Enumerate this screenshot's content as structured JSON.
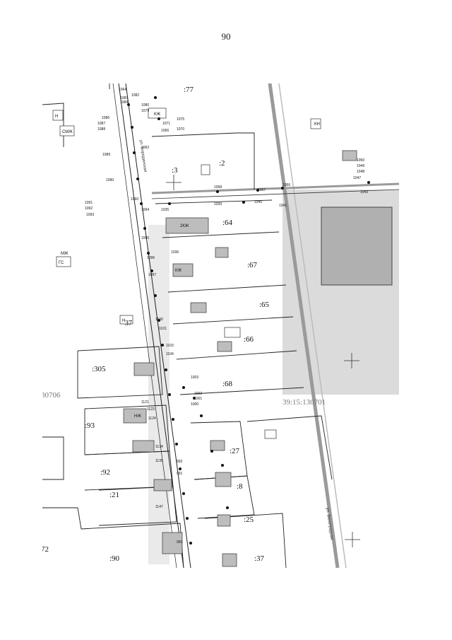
{
  "page": {
    "number": "90"
  },
  "map": {
    "colors": {
      "line": "#222222",
      "grey_zone": "#cfcfcf",
      "road": "#9a9a9a",
      "building": "#bdbdbd",
      "point": "#111111"
    },
    "parcels": [
      {
        "label": ":77"
      },
      {
        "label": ":3"
      },
      {
        "label": ":2"
      },
      {
        "label": ":64"
      },
      {
        "label": ":67"
      },
      {
        "label": ":65"
      },
      {
        "label": ":66"
      },
      {
        "label": ":68"
      },
      {
        "label": ":305"
      },
      {
        "label": ":93"
      },
      {
        "label": ":92"
      },
      {
        "label": ":27"
      },
      {
        "label": ":8"
      },
      {
        "label": ":21"
      },
      {
        "label": ":25"
      },
      {
        "label": ":90"
      },
      {
        "label": ":37"
      },
      {
        "label": "37"
      },
      {
        "label": "72"
      }
    ],
    "cadastral": {
      "left": "30706",
      "right": "39:15:130701"
    },
    "street": "ул. Виноградная",
    "street_left": "ул. Бородинская",
    "building_codes": [
      "КЖ",
      "СМЖ",
      "Н",
      "2КЖ",
      "Н",
      "КЖ",
      "МЖ",
      "ГС",
      "КН",
      "НЖ"
    ],
    "points": [
      {
        "label": "1082"
      },
      {
        "label": "1083"
      },
      {
        "label": "1084"
      },
      {
        "label": "1080"
      },
      {
        "label": "1079"
      },
      {
        "label": "1086"
      },
      {
        "label": "1087"
      },
      {
        "label": "1088"
      },
      {
        "label": "1089"
      },
      {
        "label": "1090"
      },
      {
        "label": "1091"
      },
      {
        "label": "1092"
      },
      {
        "label": "1093"
      },
      {
        "label": "1060"
      },
      {
        "label": "1094"
      },
      {
        "label": "1035"
      },
      {
        "label": "1039"
      },
      {
        "label": "1040"
      },
      {
        "label": "1041"
      },
      {
        "label": "1058"
      },
      {
        "label": "1057"
      },
      {
        "label": "1056"
      },
      {
        "label": "1095"
      },
      {
        "label": "1096"
      },
      {
        "label": "1097"
      },
      {
        "label": "1036"
      },
      {
        "label": "1100"
      },
      {
        "label": "1101"
      },
      {
        "label": "1103"
      },
      {
        "label": "1104"
      },
      {
        "label": "1003"
      },
      {
        "label": "1002"
      },
      {
        "label": "1001"
      },
      {
        "label": "1000"
      },
      {
        "label": "1121"
      },
      {
        "label": "1123"
      },
      {
        "label": "1124"
      },
      {
        "label": "1134"
      },
      {
        "label": "1135"
      },
      {
        "label": "992"
      },
      {
        "label": "991"
      },
      {
        "label": "1147"
      },
      {
        "label": "950"
      },
      {
        "label": "1050"
      },
      {
        "label": "1049"
      },
      {
        "label": "1048"
      },
      {
        "label": "1047"
      },
      {
        "label": "1043"
      },
      {
        "label": "1062"
      },
      {
        "label": "1064"
      },
      {
        "label": "1066"
      },
      {
        "label": "1070"
      },
      {
        "label": "1071"
      },
      {
        "label": "1075"
      }
    ]
  }
}
